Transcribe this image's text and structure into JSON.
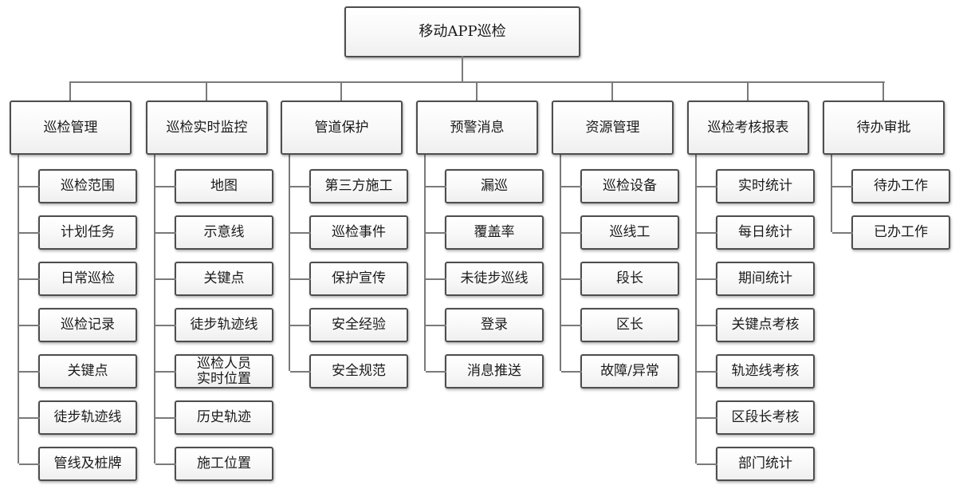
{
  "diagram": {
    "title": "移动APP巡检 organization tree",
    "root": "移动APP巡检",
    "branches": [
      {
        "label": "巡检管理",
        "children": [
          "巡检范围",
          "计划任务",
          "日常巡检",
          "巡检记录",
          "关键点",
          "徒步轨迹线",
          "管线及桩牌"
        ]
      },
      {
        "label": "巡检实时监控",
        "children": [
          "地图",
          "示意线",
          "关键点",
          "徒步轨迹线",
          "巡检人员\n实时位置",
          "历史轨迹",
          "施工位置"
        ]
      },
      {
        "label": "管道保护",
        "children": [
          "第三方施工",
          "巡检事件",
          "保护宣传",
          "安全经验",
          "安全规范"
        ]
      },
      {
        "label": "预警消息",
        "children": [
          "漏巡",
          "覆盖率",
          "未徒步巡线",
          "登录",
          "消息推送"
        ]
      },
      {
        "label": "资源管理",
        "children": [
          "巡检设备",
          "巡线工",
          "段长",
          "区长",
          "故障/异常"
        ]
      },
      {
        "label": "巡检考核报表",
        "children": [
          "实时统计",
          "每日统计",
          "期间统计",
          "关键点考核",
          "轨迹线考核",
          "区段长考核",
          "部门统计"
        ]
      },
      {
        "label": "待办审批",
        "children": [
          "待办工作",
          "已办工作"
        ]
      }
    ],
    "colors": {
      "box_border": "#4e4e4e",
      "connector": "#7a7a7a",
      "box_fill_top": "#ffffff",
      "box_fill_bottom": "#efefef",
      "background": "#ffffff",
      "text": "#1a1a1a"
    }
  }
}
